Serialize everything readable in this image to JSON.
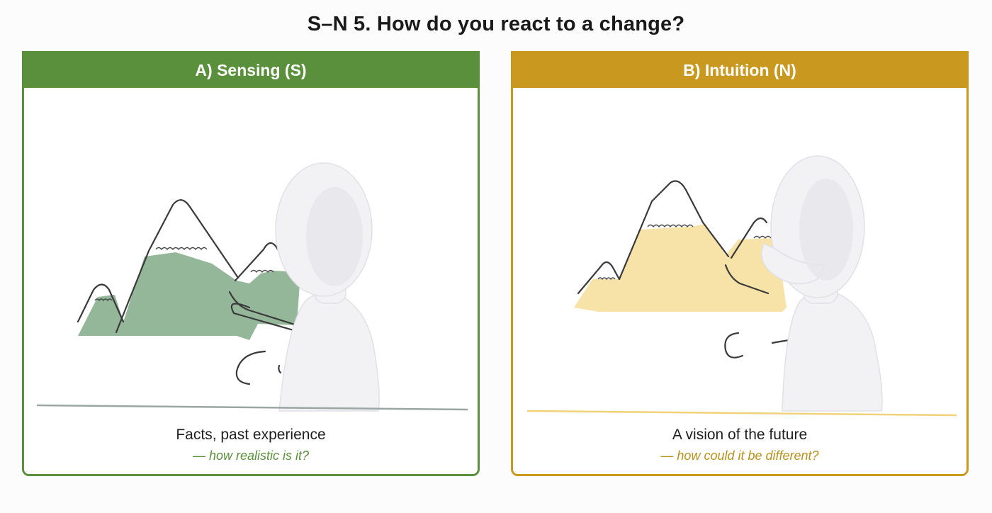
{
  "title": "S–N 5. How do you react to a change?",
  "colors": {
    "sensing_accent": "#5a8f3c",
    "intuition_accent": "#c9981e",
    "sensing_mountain_fill": "#8fb394",
    "intuition_mountain_fill": "#f7e2a3"
  },
  "options": [
    {
      "header": "A) Sensing (S)",
      "caption": "Facts, past experience",
      "subcaption": "— how realistic is it?",
      "illustration": "figure-facing-mountains-illustration"
    },
    {
      "header": "B) Intuition (N)",
      "caption": "A vision of the future",
      "subcaption": "— how could it be different?",
      "illustration": "figure-thinking-mountains-illustration"
    }
  ]
}
